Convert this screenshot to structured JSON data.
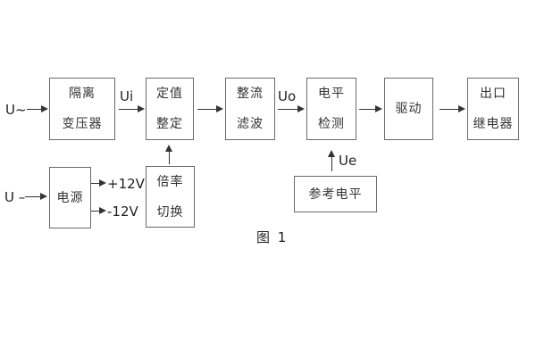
{
  "figure": {
    "caption": "图 1"
  },
  "labels": {
    "input_ac": "U~",
    "input_dc": "U –",
    "signal_ui": "Ui",
    "signal_uo": "Uo",
    "signal_ue": "Ue",
    "rail_pos": "+12V",
    "rail_neg": "-12V"
  },
  "blocks": {
    "isolation_transformer": {
      "line1": "隔离",
      "line2": "变压器"
    },
    "value_setting": {
      "line1": "定值",
      "line2": "整定"
    },
    "rectify_filter": {
      "line1": "整流",
      "line2": "滤波"
    },
    "level_detection": {
      "line1": "电平",
      "line2": "检测"
    },
    "drive": {
      "label": "驱动"
    },
    "output_relay": {
      "line1": "出口",
      "line2": "继电器"
    },
    "power_supply": {
      "label": "电源"
    },
    "ratio_switch": {
      "line1": "倍率",
      "line2": "切换"
    },
    "reference_level": {
      "label": "参考电平"
    }
  },
  "colors": {
    "background": "#ffffff",
    "box_border": "#6a6a6a",
    "text": "#333333",
    "line": "#333333"
  }
}
